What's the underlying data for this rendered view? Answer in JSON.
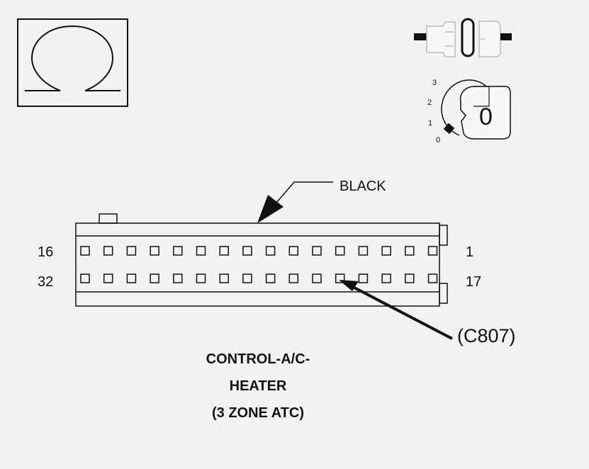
{
  "connector": {
    "color_label": "BLACK",
    "reference": "(C807)",
    "top_row": {
      "left_pin": "16",
      "right_pin": "1",
      "count": 16
    },
    "bottom_row": {
      "left_pin": "32",
      "right_pin": "17",
      "count": 16
    }
  },
  "key_icon": {
    "positions": [
      "3",
      "2",
      "1",
      "0"
    ],
    "current": "0"
  },
  "caption": {
    "line1": "CONTROL-A/C-",
    "line2": "HEATER",
    "line3": "(3 ZONE ATC)"
  },
  "icons": {
    "ohm": "ohm-symbol-icon",
    "disconnect": "connector-disconnect-icon",
    "ignition": "ignition-key-icon"
  },
  "colors": {
    "line": "#111111",
    "background": "#f2f2f2"
  }
}
